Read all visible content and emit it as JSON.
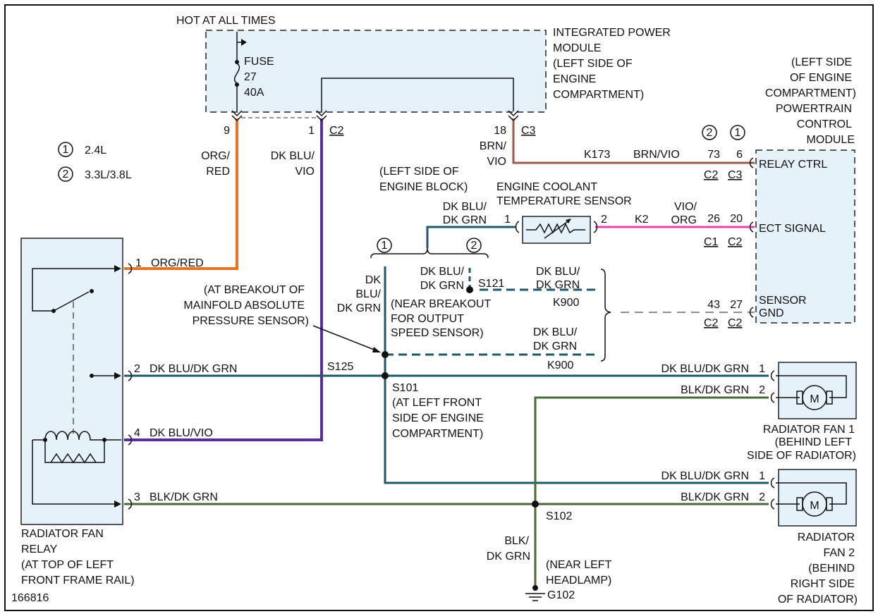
{
  "diagram_id": "166816",
  "colors": {
    "org_red": "#e8731f",
    "dk_blu_vio": "#5a2d9c",
    "brn_vio": "#9b5a4a",
    "dk_blu_dk_grn": "#1e5a6a",
    "blk_dk_grn": "#4a6a3a",
    "vio_org": "#e040b0",
    "component_fill": "#e6f2fa"
  },
  "legend": [
    {
      "mark": "1",
      "label": "2.4L"
    },
    {
      "mark": "2",
      "label": "3.3L/3.8L"
    }
  ],
  "ipm": {
    "hot": "HOT AT ALL TIMES",
    "fuse": "FUSE",
    "fuse_num": "27",
    "fuse_amp": "40A",
    "title": [
      "INTEGRATED POWER",
      "MODULE",
      "(LEFT SIDE OF",
      "ENGINE",
      "COMPARTMENT)"
    ],
    "pin9": "9",
    "pin1": "1",
    "c2": "C2",
    "pin18": "18",
    "c3": "C3"
  },
  "pcm": {
    "loc": [
      "(LEFT SIDE",
      "OF ENGINE",
      "COMPARTMENT)"
    ],
    "name": [
      "POWERTRAIN",
      "CONTROL",
      "MODULE"
    ],
    "relay_ctrl": "RELAY CTRL",
    "ect_signal": "ECT SIGNAL",
    "sensor_gnd": [
      "SENSOR",
      "GND"
    ],
    "pin73": "73",
    "pin6": "6",
    "c2a": "C2",
    "c3a": "C3",
    "pin26": "26",
    "pin20": "20",
    "c1": "C1",
    "c2b": "C2",
    "pin43": "43",
    "pin27": "27",
    "c2c": "C2",
    "c2d": "C2"
  },
  "wires": {
    "org_red_v": [
      "ORG/",
      "RED"
    ],
    "dk_blu_vio_v": [
      "DK BLU/",
      "VIO"
    ],
    "brn_vio_v": [
      "BRN/",
      "VIO"
    ],
    "k173": "K173",
    "brn_vio_h": "BRN/VIO",
    "ect_wire": [
      "DK BLU/",
      "DK GRN"
    ],
    "k2": "K2",
    "vio_org": [
      "VIO/",
      "ORG"
    ],
    "dk_blu_dk_grn_vert": [
      "DK",
      "BLU/",
      "DK GRN"
    ],
    "s121_wire_a": [
      "DK BLU/",
      "DK GRN"
    ],
    "s121_wire_b": [
      "DK BLU/",
      "DK GRN"
    ],
    "k900_a": "K900",
    "k900_wire": [
      "DK BLU/",
      "DK GRN"
    ],
    "k900_b": "K900",
    "s125": "S125",
    "s101": "S101",
    "s102": "S102",
    "fan1_p1": "DK BLU/DK GRN",
    "fan1_p2": "BLK/DK GRN",
    "fan2_p1": "DK BLU/DK GRN",
    "fan2_p2": "BLK/DK GRN",
    "gnd_wire": [
      "BLK/",
      "DK GRN"
    ],
    "pin_1": "1",
    "pin_2": "2"
  },
  "ect": {
    "block_loc": [
      "(LEFT SIDE OF",
      "ENGINE BLOCK)"
    ],
    "name": [
      "ENGINE COOLANT",
      "TEMPERATURE SENSOR"
    ],
    "pin1": "1",
    "pin2": "2"
  },
  "splices": {
    "s121": "S121",
    "map_note": [
      "(AT BREAKOUT OF",
      "MAINFOLD ABSOLUTE",
      "PRESSURE SENSOR)"
    ],
    "oss_note": [
      "(NEAR BREAKOUT",
      "FOR OUTPUT",
      "SPEED SENSOR)"
    ],
    "s101_note": [
      "(AT LEFT FRONT",
      "SIDE OF ENGINE",
      "COMPARTMENT)"
    ]
  },
  "relay": {
    "pin1": "1",
    "w1": "ORG/RED",
    "pin2": "2",
    "w2": "DK BLU/DK GRN",
    "pin4": "4",
    "w4": "DK BLU/VIO",
    "pin3": "3",
    "w3": "BLK/DK GRN",
    "name": [
      "RADIATOR FAN",
      "RELAY",
      "(AT TOP OF LEFT",
      "FRONT FRAME RAIL)"
    ]
  },
  "fan1": {
    "m": "M",
    "name": [
      "RADIATOR FAN 1",
      "(BEHIND LEFT",
      "SIDE OF RADIATOR)"
    ]
  },
  "fan2": {
    "m": "M",
    "name": [
      "RADIATOR",
      "FAN 2",
      "(BEHIND",
      "RIGHT SIDE",
      "OF RADIATOR)"
    ]
  },
  "ground": {
    "note": [
      "(NEAR LEFT",
      "HEADLAMP)"
    ],
    "id": "G102"
  }
}
